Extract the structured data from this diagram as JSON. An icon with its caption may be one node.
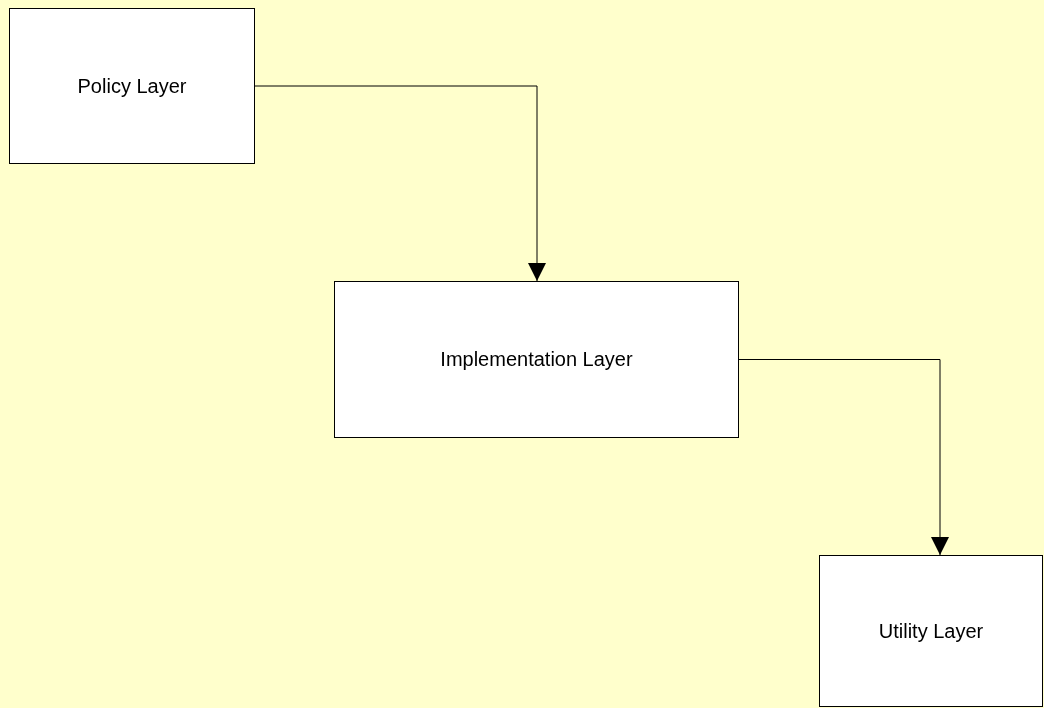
{
  "diagram": {
    "nodes": [
      {
        "text": [
          "Policy Layer"
        ]
      },
      {
        "text": [
          "Implementation Layer"
        ]
      },
      {
        "text": [
          "Utility Layer"
        ]
      }
    ],
    "edges": [
      {
        "from": 0,
        "to": 1,
        "arrow": "to"
      },
      {
        "from": 1,
        "to": 2,
        "arrow": "to"
      }
    ]
  }
}
